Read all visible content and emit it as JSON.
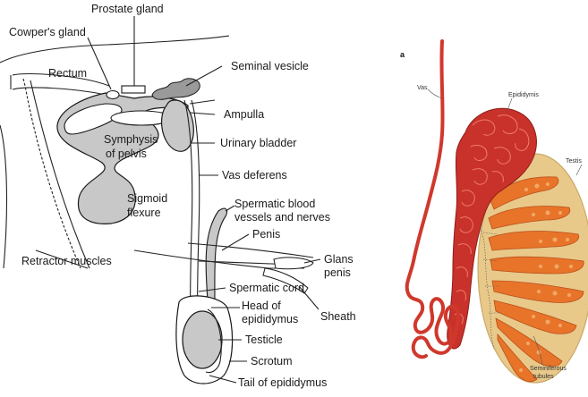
{
  "left_diagram": {
    "labels": {
      "prostate_gland": "Prostate gland",
      "cowpers_gland": "Cowper's gland",
      "rectum": "Rectum",
      "seminal_vesicle": "Seminal vesicle",
      "ampulla": "Ampulla",
      "symphysis_line1": "Symphysis",
      "symphysis_line2": "of pelvis",
      "urinary_bladder": "Urinary bladder",
      "vas_deferens": "Vas deferens",
      "sigmoid_line1": "Sigmoid",
      "sigmoid_line2": "flexure",
      "spermatic_blood_line1": "Spermatic blood",
      "spermatic_blood_line2": "vessels and nerves",
      "penis": "Penis",
      "retractor_muscles": "Retractor muscles",
      "glans_line1": "Glans",
      "glans_line2": "penis",
      "spermatic_cord": "Spermatic cord",
      "head_epi_line1": "Head of",
      "head_epi_line2": "epididymus",
      "sheath": "Sheath",
      "testicle": "Testicle",
      "scrotum": "Scrotum",
      "tail_of_epididymus": "Tail of epididymus"
    },
    "colors": {
      "organ_fill": "#c8c8c8",
      "outline": "#1a1a1a"
    }
  },
  "right_diagram": {
    "panel_letter": "a",
    "labels": {
      "vas": "Vas",
      "epididymis": "Epididymis",
      "testis": "Testis",
      "seminiferous_line1": "Seminiferous",
      "seminiferous_line2": "tubules"
    },
    "colors": {
      "vas_red": "#d0382c",
      "epididymis_red": "#c8322a",
      "testis_fill": "#e8c98a",
      "tubule_orange": "#e8742a",
      "tubule_inner": "#f2a866"
    }
  }
}
